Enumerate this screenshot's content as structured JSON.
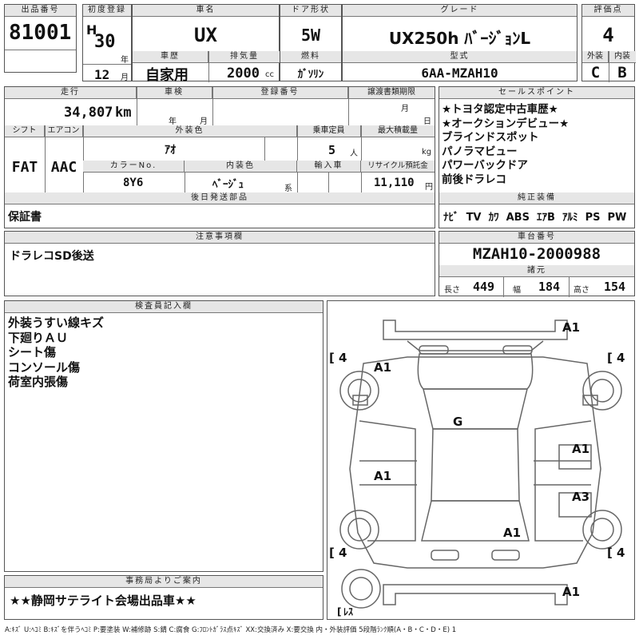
{
  "header": {
    "lot_label": "出品番号",
    "lot_number": "81001",
    "first_reg_label": "初度登録",
    "era": "H",
    "year": "30",
    "year_unit": "年",
    "month": "12",
    "month_unit": "月",
    "car_name_label": "車名",
    "car_name": "UX",
    "history_label": "車歴",
    "history": "自家用",
    "displacement_label": "排気量",
    "displacement": "2000",
    "displacement_unit": "cc",
    "door_label": "ドア形状",
    "door": "5W",
    "fuel_label": "燃料",
    "fuel": "ｶﾞｿﾘﾝ",
    "grade_label": "グレード",
    "grade": "UX250h ﾊﾞｰｼﾞｮﾝL",
    "model_label": "型式",
    "model": "6AA-MZAH10",
    "score_label": "評価点",
    "score": "4",
    "ext_label": "外装",
    "ext": "C",
    "int_label": "内装",
    "int": "B"
  },
  "row2": {
    "mileage_label": "走行",
    "mileage": "34,807",
    "mileage_unit": "km",
    "inspection_label": "車検",
    "insp_year_unit": "年",
    "insp_month_unit": "月",
    "reg_label": "登録番号",
    "transfer_label": "譲渡書類期限",
    "transfer_month_unit": "月",
    "transfer_day_unit": "日"
  },
  "row3": {
    "shift_label": "シフト",
    "shift": "FAT",
    "ac_label": "エアコン",
    "ac": "AAC",
    "color_label": "外装色",
    "color": "ｱｵ",
    "capacity_label": "乗車定員",
    "capacity": "5",
    "capacity_unit": "人",
    "load_label": "最大積載量",
    "load_unit": "kg",
    "color_no_label": "カラーNo.",
    "color_no": "8Y6",
    "interior_label": "内装色",
    "interior": "ﾍﾞｰｼﾞｭ",
    "interior_unit": "系",
    "import_label": "輸入車",
    "recycle_label": "リサイクル預託金",
    "recycle": "11,110",
    "recycle_unit": "円"
  },
  "later": {
    "label": "後日発送部品",
    "value": "保証書"
  },
  "sales": {
    "label": "セールスポイント",
    "items": [
      "★トヨタ認定中古車歴★",
      "★オークションデビュー★",
      "ブラインドスポット",
      "パノラマビュー",
      "パワーバックドア",
      "前後ドラレコ"
    ]
  },
  "equip": {
    "label": "純正装備",
    "items": [
      "ﾅﾋﾞ",
      "TV",
      "ｶﾜ",
      "ABS",
      "ｴｱB",
      "ｱﾙﾐ",
      "PS",
      "PW"
    ]
  },
  "notes": {
    "label": "注意事項欄",
    "value": "ドラレコSD後送"
  },
  "chassis": {
    "label": "車台番号",
    "value": "MZAH10-2000988"
  },
  "specs": {
    "label": "諸元",
    "length_label": "長さ",
    "length": "449",
    "width_label": "幅",
    "width": "184",
    "height_label": "高さ",
    "height": "154"
  },
  "inspector": {
    "label": "検査員記入欄",
    "lines": [
      "外装うすい線キズ",
      "下廻りＡＵ",
      "シート傷",
      "コンソール傷",
      "荷室内張傷"
    ]
  },
  "office": {
    "label": "事務局よりご案内",
    "value": "★★静岡サテライト会場出品車★★"
  },
  "diagram": {
    "tire_fl": "4",
    "tire_fr": "4",
    "tire_rl": "4",
    "tire_rr": "4",
    "spare": "ﾚｽ",
    "marks": [
      "A1",
      "A1",
      "G",
      "A1",
      "A1",
      "A3",
      "A1",
      "A1"
    ]
  },
  "legend": "A:ｷｽﾞ U:ﾍｺﾐ B:ｷｽﾞを伴うﾍｺﾐ P:要塗装 W:補修跡 S:錆 C:腐食 G:ﾌﾛﾝﾄｶﾞﾗｽ点ｷｽﾞ XX:交換済み X:要交換 内・外装評価 5段階ﾗﾝｸ順(A・B・C・D・E) 1"
}
